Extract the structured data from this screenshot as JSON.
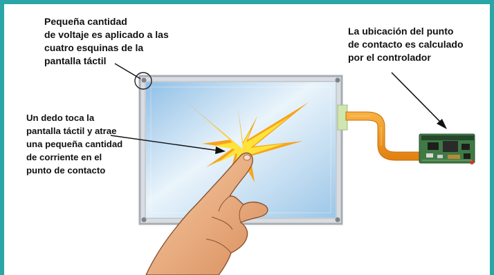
{
  "labels": {
    "voltage": "Pequeña cantidad\nde voltaje es aplicado a las\ncuatro esquinas de la\npantalla táctil",
    "controller": "La ubicación del punto\nde contacto es calculado\npor el controlador",
    "finger": "Un dedo toca la\npantalla táctil y atrae\nuna pequeña cantidad\nde corriente en el\npunto de contacto"
  },
  "colors": {
    "frame_border": "#2aa6a6",
    "screen_glass": "#bcd9ef",
    "screen_bezel": "#b7bcc2",
    "flex_cable": "#f39a1d",
    "spark_outer": "#f7a81b",
    "spark_inner": "#ffe23a",
    "skin": "#f1b98c",
    "pcb": "#3f7a45"
  }
}
